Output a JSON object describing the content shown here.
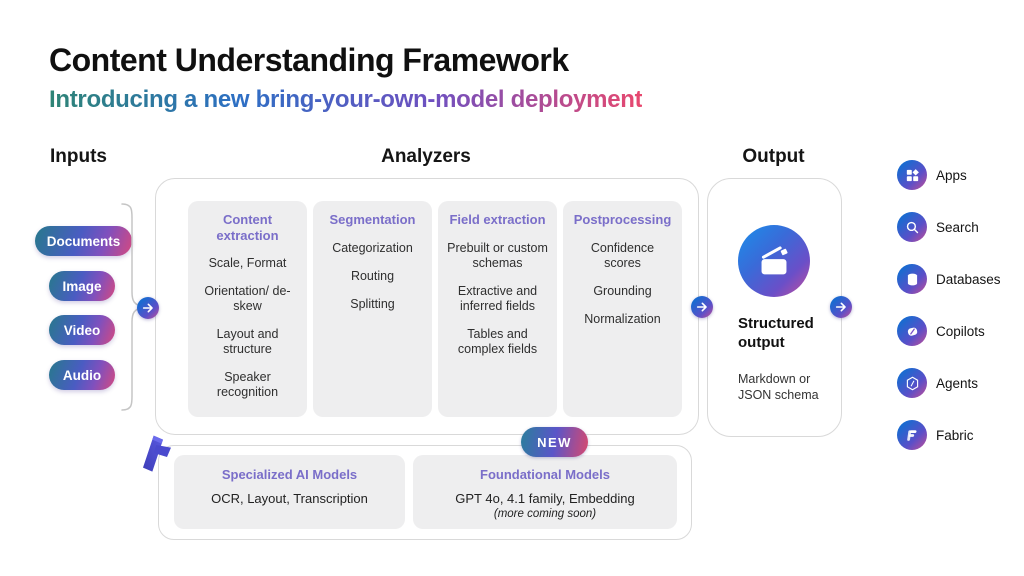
{
  "slide": {
    "title": "Content Understanding Framework",
    "subtitle": "Introducing a new bring-your-own-model deployment"
  },
  "labels": {
    "inputs": "Inputs",
    "analyzers": "Analyzers",
    "output": "Output"
  },
  "inputs": {
    "pills": [
      "Documents",
      "Image",
      "Video",
      "Audio"
    ]
  },
  "analyzers": {
    "columns": [
      {
        "title": "Content extraction",
        "items": [
          "Scale, Format",
          "Orientation/ de-skew",
          "Layout and structure",
          "Speaker recognition"
        ]
      },
      {
        "title": "Segmentation",
        "items": [
          "Categorization",
          "Routing",
          "Splitting"
        ]
      },
      {
        "title": "Field extraction",
        "items": [
          "Prebuilt or custom schemas",
          "Extractive and inferred fields",
          "Tables and complex fields"
        ]
      },
      {
        "title": "Postprocessing",
        "items": [
          "Confidence scores",
          "Grounding",
          "Normalization"
        ]
      }
    ]
  },
  "output": {
    "title": "Structured output",
    "subtitle": "Markdown or JSON schema",
    "icon": "structured-output-icon"
  },
  "destinations": [
    {
      "label": "Apps",
      "icon": "apps-icon"
    },
    {
      "label": "Search",
      "icon": "search-icon"
    },
    {
      "label": "Databases",
      "icon": "databases-icon"
    },
    {
      "label": "Copilots",
      "icon": "copilots-icon"
    },
    {
      "label": "Agents",
      "icon": "agents-icon"
    },
    {
      "label": "Fabric",
      "icon": "fabric-icon"
    }
  ],
  "models": {
    "new_badge": "NEW",
    "boxes": [
      {
        "title": "Specialized AI Models",
        "content": "OCR, Layout, Transcription",
        "note": ""
      },
      {
        "title": "Foundational Models",
        "content": "GPT 4o, 4.1 family, Embedding",
        "note": "(more coming soon)"
      }
    ]
  },
  "colors": {
    "accent_purple": "#7A6EC9",
    "gradient_teal": "#2E8475",
    "gradient_blue": "#2D6FC4",
    "gradient_purple": "#6F50C0",
    "gradient_pink": "#E8486E",
    "panel_gray": "#EEEEEF"
  }
}
